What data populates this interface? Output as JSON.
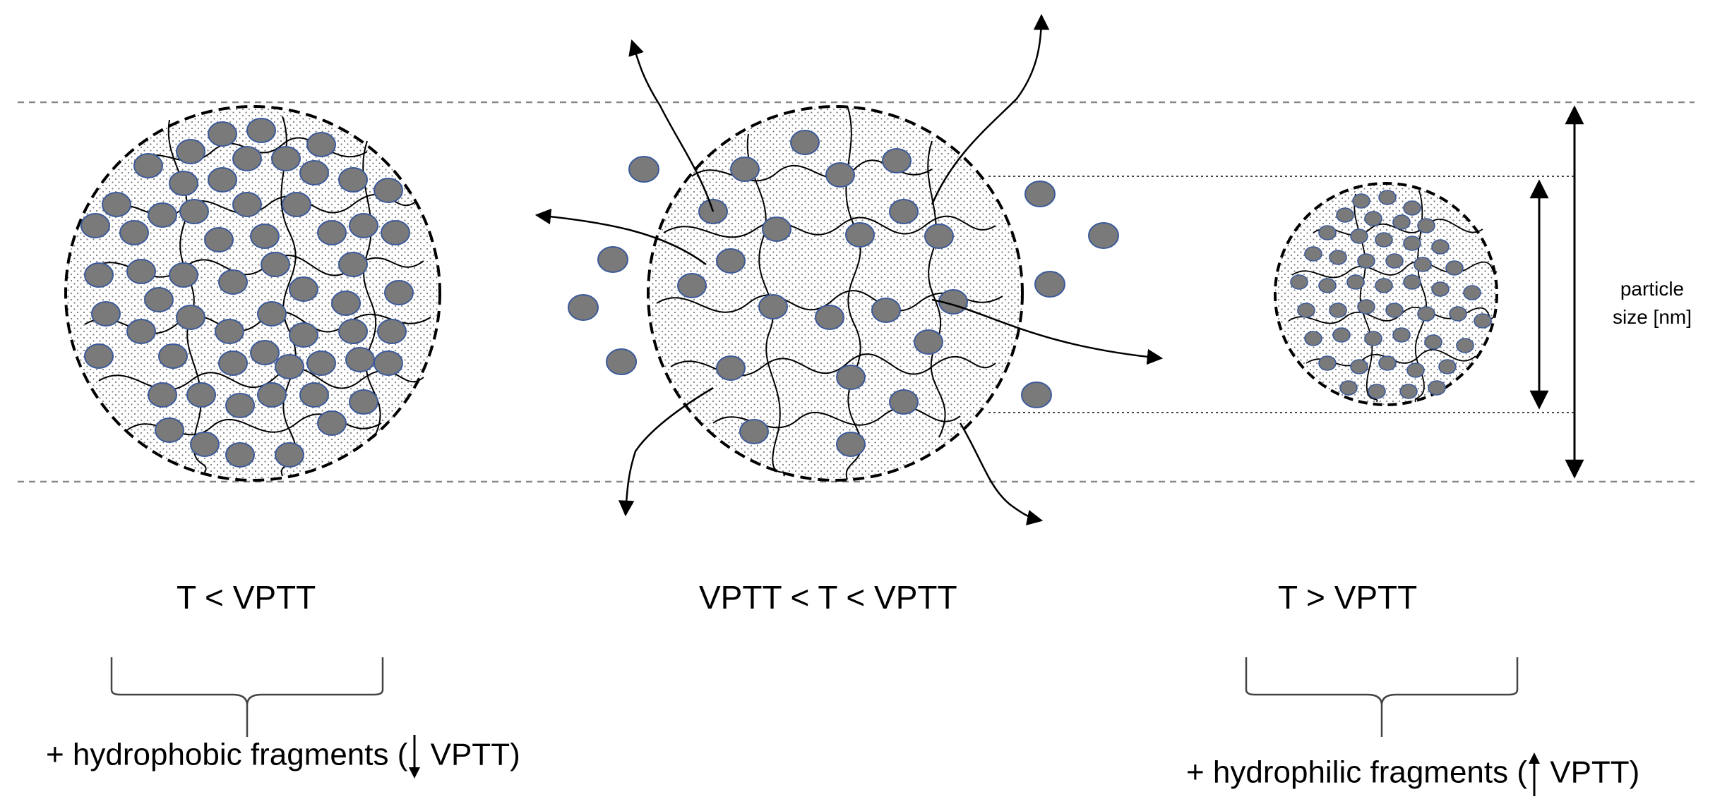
{
  "colors": {
    "particle_fill": "#7a7a7a",
    "particle_stroke": "#3c5a9a",
    "line": "#000000",
    "guide": "#888888"
  },
  "states": {
    "left": "T < VPTT",
    "middle": "VPTT < T < VPTT",
    "right": "T > VPTT"
  },
  "annotations": {
    "left_prefix": "+ hydrophobic fragments (",
    "left_suffix": " VPTT)",
    "left_arrow_icon": "arrow-down-icon",
    "right_prefix": "+ hydrophilic fragments (",
    "right_suffix": " VPTT)",
    "right_arrow_icon": "arrow-up-icon"
  },
  "axis": {
    "line1": "particle",
    "line2": "size [nm]"
  }
}
